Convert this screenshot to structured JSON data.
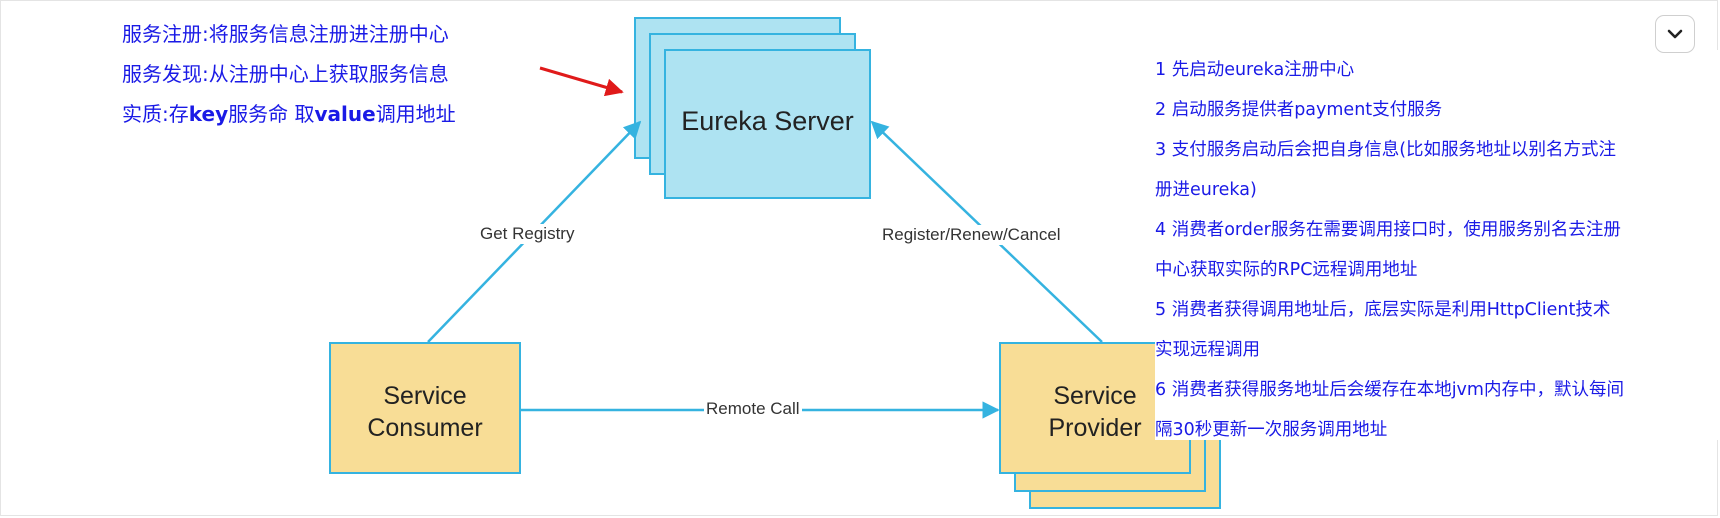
{
  "left_notes": {
    "line1": "服务注册:将服务信息注册进注册中心",
    "line2": "服务发现:从注册中心上获取服务信息",
    "line3_prefix": "实质:存",
    "line3_key": "key",
    "line3_mid": "服务命 取",
    "line3_value": "value",
    "line3_suffix": "调用地址"
  },
  "diagram": {
    "server_label": "Eureka Server",
    "consumer_label_1": "Service",
    "consumer_label_2": "Consumer",
    "provider_label_1": "Service",
    "provider_label_2": "Provider",
    "edge_get_registry": "Get Registry",
    "edge_register": "Register/Renew/Cancel",
    "edge_remote_call": "Remote Call"
  },
  "steps": [
    "1 先启动eureka注册中心",
    "2 启动服务提供者payment支付服务",
    "3 支付服务启动后会把自身信息(比如服务地址以别名方式注",
    "册进eureka)",
    "4 消费者order服务在需要调用接口时，使用服务别名去注册",
    "中心获取实际的RPC远程调用地址",
    "5 消费者获得调用地址后，底层实际是利用HttpClient技术",
    "实现远程调用",
    "6 消费者获得服务地址后会缓存在本地jvm内存中，默认每间",
    "隔30秒更新一次服务调用地址"
  ],
  "colors": {
    "note_text": "#1a1ae6",
    "server_fill": "#aee3f2",
    "service_fill": "#f8dd96",
    "arrow": "#35b3e0",
    "annotation_arrow": "#e01a1a"
  },
  "toggle_icon": "chevron-down-icon"
}
